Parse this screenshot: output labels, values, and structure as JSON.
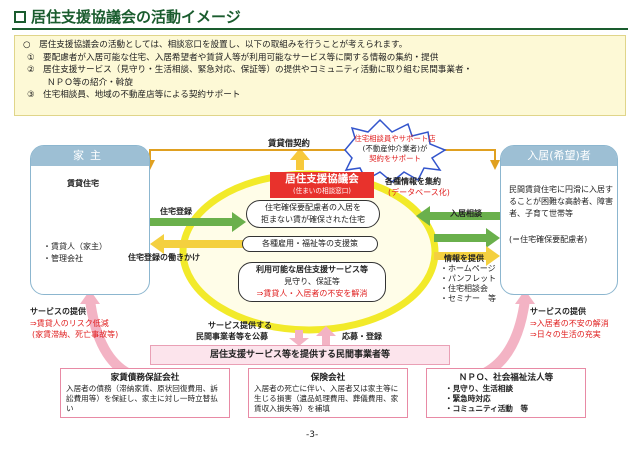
{
  "title": "居住支援協議会の活動イメージ",
  "intro": {
    "lead": "居住支援協議会の活動としては、相談窓口を設置し、以下の取組みを行うことが考えられます。",
    "item1_num": "①",
    "item1": "要配慮者が入居可能な住宅、入居希望者や賃貸人等が利用可能なサービス等に関する情報の集約・提供",
    "item2_num": "②",
    "item2_a": "居住支援サービス（見守り・生活相談、緊急対応、保証等）の提供やコミュニティ活動に取り組む民間事業者・",
    "item2_b": "ＮＰＯ等の紹介・斡旋",
    "item3_num": "③",
    "item3": "住宅相談員、地域の不動産店等による契約サポート"
  },
  "landlord": {
    "header": "家主",
    "house_label": "賃貸住宅",
    "item1": "・賃貸人（家主）",
    "item2": "・管理会社"
  },
  "tenant": {
    "header": "入居(希望)者",
    "desc": "民間賃貸住宅に円滑に入居することが困難な高齢者、障害者、子育て世帯等",
    "desc2": "(＝住宅確保要配慮者)"
  },
  "center": {
    "name": "居住支援協議会",
    "sub": "(住まいの相談窓口)",
    "p1a": "住宅確保要配慮者の入居を",
    "p1b": "拒まない賃が確保された住宅",
    "p2": "各種雇用・福祉等の支援策",
    "p3a": "利用可能な居住支援サービス等",
    "p3b": "見守り、保証等",
    "p3c": "⇒賃貸人・入居者の不安を解消"
  },
  "burst": {
    "l1": "住宅相談員やサポート店",
    "l2": "(不動産仲介業者)が",
    "l3": "契約をサポート"
  },
  "arrows": {
    "lease_contract": "賃貸借契約",
    "housing_register": "住宅登録",
    "register_appeal": "住宅登録の働きかけ",
    "info_collect": "各種情報を集約",
    "database": "(データベース化)",
    "tenant_consult": "入居相談",
    "info_provide": "情報を提供",
    "info_list1": "・ホームページ",
    "info_list2": "・パンフレット",
    "info_list3": "・住宅相談会",
    "info_list4": "・セミナー　等",
    "service_left": "サービスの提供",
    "service_left_r1": "⇒賃貸人のリスク低減",
    "service_left_r2": "(家賃滞納、死亡事故等)",
    "service_right": "サービスの提供",
    "service_right_r1": "⇒入居者の不安の解消",
    "service_right_r2": "⇒日々の生活の充実",
    "recruit1": "サービス提供する",
    "recruit2": "民間事業者等を公募",
    "apply": "応募・登録"
  },
  "providers": {
    "band": "居住支援サービス等を提供する民間事業者等",
    "guarantee_title": "家賃債務保証会社",
    "guarantee_desc": "入居者の債務（滞納家賃、原状回復費用、訴訟費用等）を保証し、家主に対し一時立替払い",
    "insurance_title": "保険会社",
    "insurance_desc": "入居者の死亡に伴い、入居者又は家主等に生じる損害（遺品処理費用、葬儀費用、家賃収入損失等）を補填",
    "npo_title": "ＮＰＯ、社会福祉法人等",
    "npo_i1": "・見守り、生活相談",
    "npo_i2": "・緊急時対応",
    "npo_i3": "・コミュニティ活動　等"
  },
  "page_number": "-3-"
}
